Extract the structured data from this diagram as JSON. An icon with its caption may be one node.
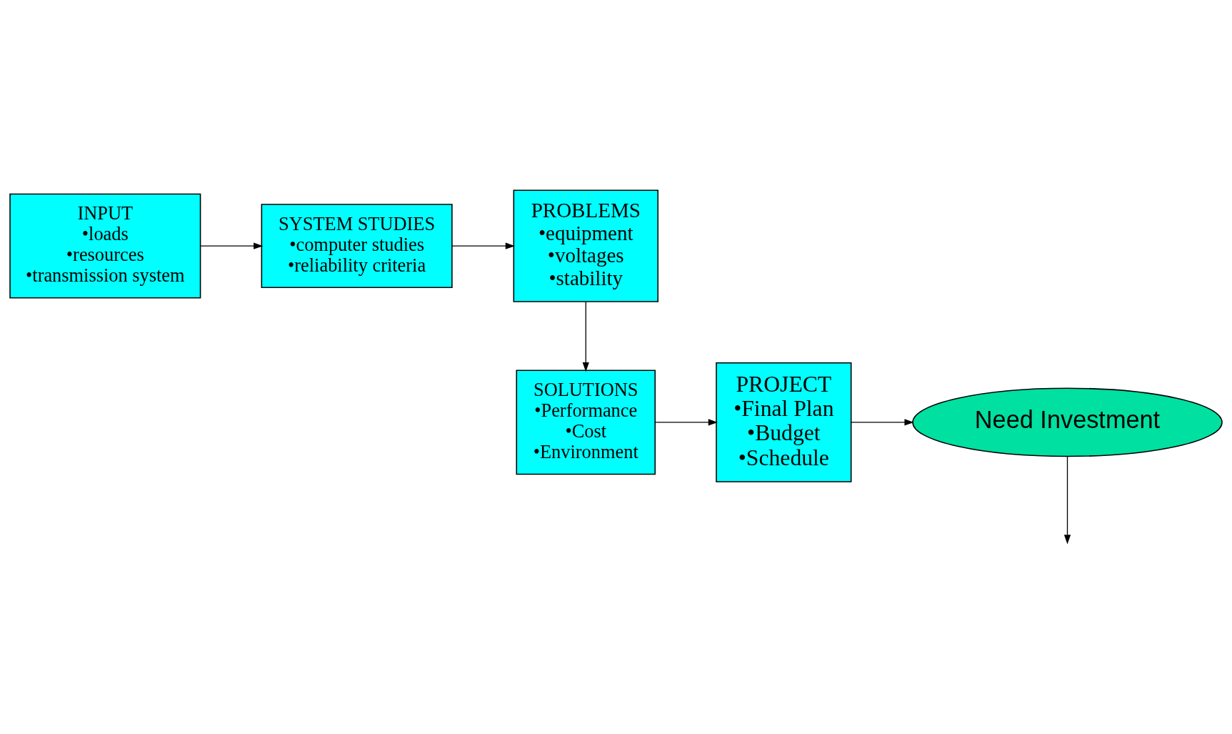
{
  "diagram": {
    "nodes": [
      {
        "text": [
          "INPUT",
          "•loads",
          "•resources",
          "•transmission system"
        ]
      },
      {
        "text": [
          "SYSTEM STUDIES",
          "•computer studies",
          "•reliability criteria"
        ]
      },
      {
        "text": [
          "PROBLEMS",
          "•equipment",
          "•voltages",
          "•stability"
        ]
      },
      {
        "text": [
          "SOLUTIONS",
          "•Performance",
          "•Cost",
          "•Environment"
        ]
      },
      {
        "text": [
          "PROJECT",
          "•Final Plan",
          "•Budget",
          "•Schedule"
        ]
      },
      {
        "text": [
          "Need Investment"
        ]
      }
    ],
    "edges": [
      {
        "from": 0,
        "to": 1,
        "arrow": "to"
      },
      {
        "from": 1,
        "to": 2,
        "arrow": "to"
      },
      {
        "from": 2,
        "to": 3,
        "arrow": "to"
      },
      {
        "from": 3,
        "to": 4,
        "arrow": "to"
      },
      {
        "from": 4,
        "to": 5,
        "arrow": "to"
      },
      {
        "from": 5,
        "to": null,
        "arrow": "to"
      }
    ]
  }
}
